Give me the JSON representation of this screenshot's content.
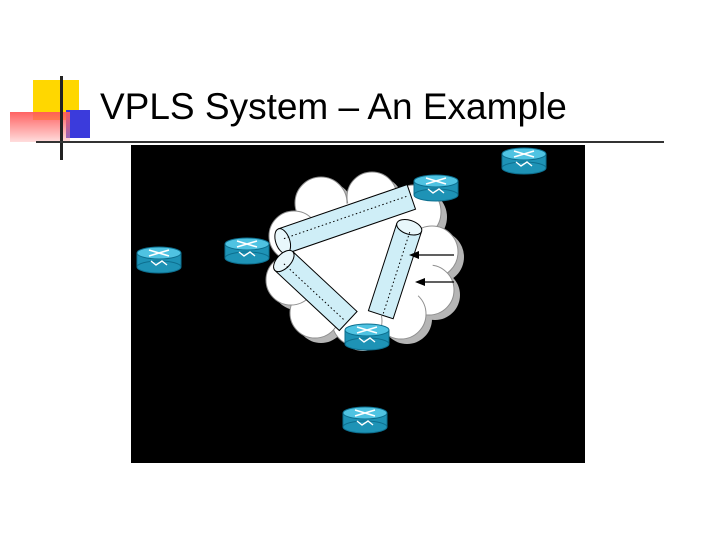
{
  "slide": {
    "title": "VPLS System – An Example"
  },
  "colors": {
    "router_body": "#1e93b6",
    "router_top": "#4fc3e2",
    "router_rim": "#0d6f8f",
    "tunnel_fill": "#cfeef7",
    "cloud_fill": "#ffffff",
    "cloud_shadow": "#b5b5b5",
    "diagram_background": "#000000",
    "accent_yellow": "#ffd700",
    "accent_red": "#ff4d4d",
    "accent_blue": "#2a2ad6"
  },
  "icons": [
    "router-icon",
    "cloud-shape",
    "pseudowire-tunnel",
    "pointer-arrow"
  ]
}
